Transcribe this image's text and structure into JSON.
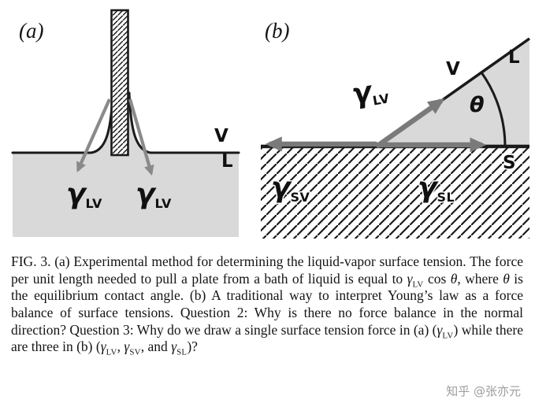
{
  "colors": {
    "ink": "#1a1a1a",
    "liquid": "#d9d9d9",
    "arrow_a": "#8a8a8a",
    "arrow_b": "#7a7a7a",
    "watermark": "#9e9e9e"
  },
  "figure": {
    "panel_a": {
      "label": "(a)",
      "vapor_label": "V",
      "liquid_label": "L",
      "gamma_left": {
        "symbol": "γ",
        "sub": "LV"
      },
      "gamma_right": {
        "symbol": "γ",
        "sub": "LV"
      }
    },
    "panel_b": {
      "label": "(b)",
      "vapor_label": "V",
      "liquid_label": "L",
      "solid_label": "S",
      "theta": "θ",
      "gamma_lv": {
        "symbol": "γ",
        "sub": "LV"
      },
      "gamma_sv": {
        "symbol": "γ",
        "sub": "SV"
      },
      "gamma_sl": {
        "symbol": "γ",
        "sub": "SL"
      }
    }
  },
  "caption": {
    "segments": [
      {
        "text": "FIG. 3. (a) Experimental method for determining the liquid-vapor surface tension. The force per unit length needed to pull a plate from a bath of liquid is equal to "
      },
      {
        "gamma": "γ",
        "sub": "LV"
      },
      {
        "text": " cos "
      },
      {
        "em": "θ"
      },
      {
        "text": ", where "
      },
      {
        "em": "θ"
      },
      {
        "text": " is the equilibrium contact angle. (b) A traditional way to interpret Young’s law as a force balance of surface tensions. Question 2: Why is there no force balance in the normal direction? Question 3: Why do we draw a single surface tension force in (a) ("
      },
      {
        "gamma": "γ",
        "sub": "LV"
      },
      {
        "text": ") while there are three in (b) ("
      },
      {
        "gamma": "γ",
        "sub": "LV"
      },
      {
        "text": ", "
      },
      {
        "gamma": "γ",
        "sub": "SV"
      },
      {
        "text": ", and "
      },
      {
        "gamma": "γ",
        "sub": "SL"
      },
      {
        "text": ")?"
      }
    ]
  },
  "watermark": "知乎 @张亦元"
}
